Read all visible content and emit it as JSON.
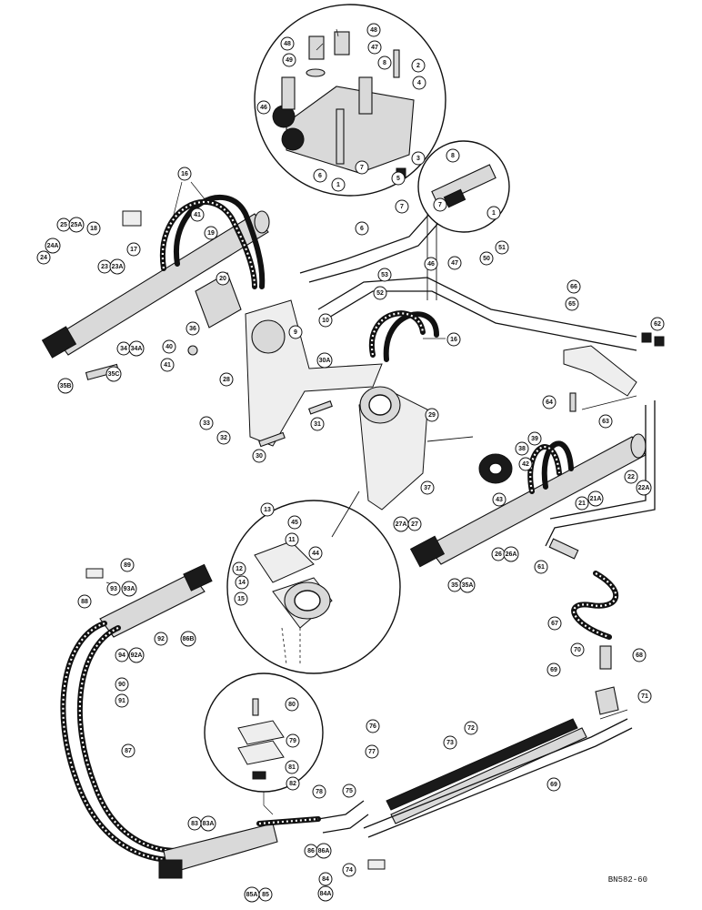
{
  "drawing_number": "BN582-60",
  "callouts": [
    {
      "id": "c48a",
      "label": "48"
    },
    {
      "id": "c48b",
      "label": "48"
    },
    {
      "id": "c49",
      "label": "49"
    },
    {
      "id": "c47",
      "label": "47"
    },
    {
      "id": "c8a",
      "label": "8"
    },
    {
      "id": "c2",
      "label": "2"
    },
    {
      "id": "c4",
      "label": "4"
    },
    {
      "id": "c46a",
      "label": "46"
    },
    {
      "id": "c6a",
      "label": "6"
    },
    {
      "id": "c1a",
      "label": "1"
    },
    {
      "id": "c7a",
      "label": "7"
    },
    {
      "id": "c3",
      "label": "3"
    },
    {
      "id": "c5",
      "label": "5"
    },
    {
      "id": "c8b",
      "label": "8"
    },
    {
      "id": "c7b",
      "label": "7"
    },
    {
      "id": "c1b",
      "label": "1"
    },
    {
      "id": "c16a",
      "label": "16"
    },
    {
      "id": "c18",
      "label": "18"
    },
    {
      "id": "c25",
      "label": "25"
    },
    {
      "id": "c25A",
      "label": "25A"
    },
    {
      "id": "c41a",
      "label": "41"
    },
    {
      "id": "c19",
      "label": "19"
    },
    {
      "id": "c24A",
      "label": "24A"
    },
    {
      "id": "c24",
      "label": "24"
    },
    {
      "id": "c17",
      "label": "17"
    },
    {
      "id": "c23",
      "label": "23"
    },
    {
      "id": "c23A",
      "label": "23A"
    },
    {
      "id": "c20",
      "label": "20"
    },
    {
      "id": "c6b",
      "label": "6"
    },
    {
      "id": "c7c",
      "label": "7"
    },
    {
      "id": "c51",
      "label": "51"
    },
    {
      "id": "c46b",
      "label": "46"
    },
    {
      "id": "c47b",
      "label": "47"
    },
    {
      "id": "c50",
      "label": "50"
    },
    {
      "id": "c53",
      "label": "53"
    },
    {
      "id": "c52",
      "label": "52"
    },
    {
      "id": "c66",
      "label": "66"
    },
    {
      "id": "c65",
      "label": "65"
    },
    {
      "id": "c62",
      "label": "62"
    },
    {
      "id": "c9",
      "label": "9"
    },
    {
      "id": "c10",
      "label": "10"
    },
    {
      "id": "c16b",
      "label": "16"
    },
    {
      "id": "c36",
      "label": "36"
    },
    {
      "id": "c40",
      "label": "40"
    },
    {
      "id": "c41b",
      "label": "41"
    },
    {
      "id": "c34",
      "label": "34"
    },
    {
      "id": "c34A",
      "label": "34A"
    },
    {
      "id": "c35B",
      "label": "35B"
    },
    {
      "id": "c35C",
      "label": "35C"
    },
    {
      "id": "c28",
      "label": "28"
    },
    {
      "id": "c30A",
      "label": "30A"
    },
    {
      "id": "c33",
      "label": "33"
    },
    {
      "id": "c32",
      "label": "32"
    },
    {
      "id": "c31",
      "label": "31"
    },
    {
      "id": "c30",
      "label": "30"
    },
    {
      "id": "c64",
      "label": "64"
    },
    {
      "id": "c63",
      "label": "63"
    },
    {
      "id": "c29",
      "label": "29"
    },
    {
      "id": "c39",
      "label": "39"
    },
    {
      "id": "c38",
      "label": "38"
    },
    {
      "id": "c42",
      "label": "42"
    },
    {
      "id": "c22",
      "label": "22"
    },
    {
      "id": "c22A",
      "label": "22A"
    },
    {
      "id": "c37",
      "label": "37"
    },
    {
      "id": "c43",
      "label": "43"
    },
    {
      "id": "c21",
      "label": "21"
    },
    {
      "id": "c21A",
      "label": "21A"
    },
    {
      "id": "c13",
      "label": "13"
    },
    {
      "id": "c45",
      "label": "45"
    },
    {
      "id": "c11",
      "label": "11"
    },
    {
      "id": "c44",
      "label": "44"
    },
    {
      "id": "c12",
      "label": "12"
    },
    {
      "id": "c14",
      "label": "14"
    },
    {
      "id": "c15",
      "label": "15"
    },
    {
      "id": "c27A",
      "label": "27A"
    },
    {
      "id": "c27",
      "label": "27"
    },
    {
      "id": "c26",
      "label": "26"
    },
    {
      "id": "c26A",
      "label": "26A"
    },
    {
      "id": "c35",
      "label": "35"
    },
    {
      "id": "c35A",
      "label": "35A"
    },
    {
      "id": "c61",
      "label": "61"
    },
    {
      "id": "c89",
      "label": "89"
    },
    {
      "id": "c88",
      "label": "88"
    },
    {
      "id": "c93",
      "label": "93"
    },
    {
      "id": "c93A",
      "label": "93A"
    },
    {
      "id": "c67",
      "label": "67"
    },
    {
      "id": "c92",
      "label": "92"
    },
    {
      "id": "c86B",
      "label": "86B"
    },
    {
      "id": "c94",
      "label": "94"
    },
    {
      "id": "c92A",
      "label": "92A"
    },
    {
      "id": "c70",
      "label": "70"
    },
    {
      "id": "c68",
      "label": "68"
    },
    {
      "id": "c90a",
      "label": "90"
    },
    {
      "id": "c91",
      "label": "91"
    },
    {
      "id": "c69",
      "label": "69"
    },
    {
      "id": "c71",
      "label": "71"
    },
    {
      "id": "c80",
      "label": "80"
    },
    {
      "id": "c79",
      "label": "79"
    },
    {
      "id": "c87",
      "label": "87"
    },
    {
      "id": "c76",
      "label": "76"
    },
    {
      "id": "c72",
      "label": "72"
    },
    {
      "id": "c73",
      "label": "73"
    },
    {
      "id": "c77",
      "label": "77"
    },
    {
      "id": "c81",
      "label": "81"
    },
    {
      "id": "c82",
      "label": "82"
    },
    {
      "id": "c75",
      "label": "75"
    },
    {
      "id": "c69b",
      "label": "69"
    },
    {
      "id": "c78",
      "label": "78"
    },
    {
      "id": "c83",
      "label": "83"
    },
    {
      "id": "c83A",
      "label": "83A"
    },
    {
      "id": "c86",
      "label": "86"
    },
    {
      "id": "c86A",
      "label": "86A"
    },
    {
      "id": "c74",
      "label": "74"
    },
    {
      "id": "c84",
      "label": "84"
    },
    {
      "id": "c84A",
      "label": "84A"
    },
    {
      "id": "c85A",
      "label": "85A"
    },
    {
      "id": "c85",
      "label": "85"
    }
  ]
}
